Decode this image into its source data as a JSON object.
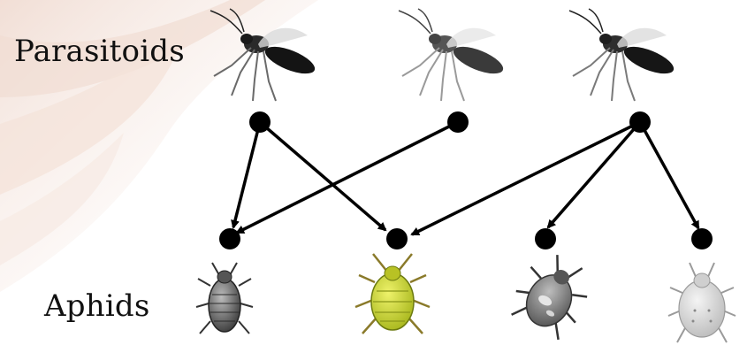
{
  "labels": {
    "parasitoids": "Parasitoids",
    "aphids": "Aphids"
  },
  "nodes": {
    "parasitoids": [
      {
        "id": "p1",
        "icon": "wasp-icon",
        "shade": "dark"
      },
      {
        "id": "p2",
        "icon": "wasp-icon",
        "shade": "gray"
      },
      {
        "id": "p3",
        "icon": "wasp-icon",
        "shade": "dark"
      }
    ],
    "aphids": [
      {
        "id": "a1",
        "icon": "aphid-icon",
        "color": "#6a6a6a"
      },
      {
        "id": "a2",
        "icon": "aphid-icon",
        "color": "#c8d82c"
      },
      {
        "id": "a3",
        "icon": "aphid-icon",
        "color": "#7a7a7a"
      },
      {
        "id": "a4",
        "icon": "aphid-icon",
        "color": "#d4d4d4"
      }
    ]
  },
  "edges": [
    {
      "from": "p1",
      "to": "a1"
    },
    {
      "from": "p1",
      "to": "a2"
    },
    {
      "from": "p2",
      "to": "a1"
    },
    {
      "from": "p3",
      "to": "a2"
    },
    {
      "from": "p3",
      "to": "a3"
    },
    {
      "from": "p3",
      "to": "a4"
    }
  ],
  "colors": {
    "node": "#000000",
    "edge": "#000000",
    "background_swirl": "#e9cfc2"
  }
}
